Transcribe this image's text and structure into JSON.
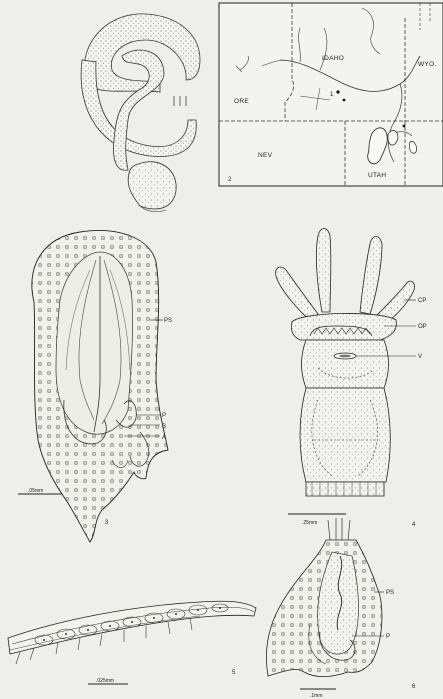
{
  "map": {
    "states": [
      "IDAHO",
      "ORE",
      "NEV",
      "UTAH",
      "WYO."
    ],
    "figure_number": "2"
  },
  "figures": {
    "fig3": {
      "number": "3",
      "scale": ".05mm",
      "labels": [
        "PS",
        "P",
        "B",
        "A"
      ]
    },
    "fig4": {
      "number": "4",
      "scale": ".25mm",
      "labels": [
        "CP",
        "OP",
        "V"
      ]
    },
    "fig5": {
      "number": "5",
      "scale": ".025mm"
    },
    "fig6": {
      "number": "6",
      "scale": ".1mm",
      "labels": [
        "PS",
        "P"
      ]
    }
  }
}
